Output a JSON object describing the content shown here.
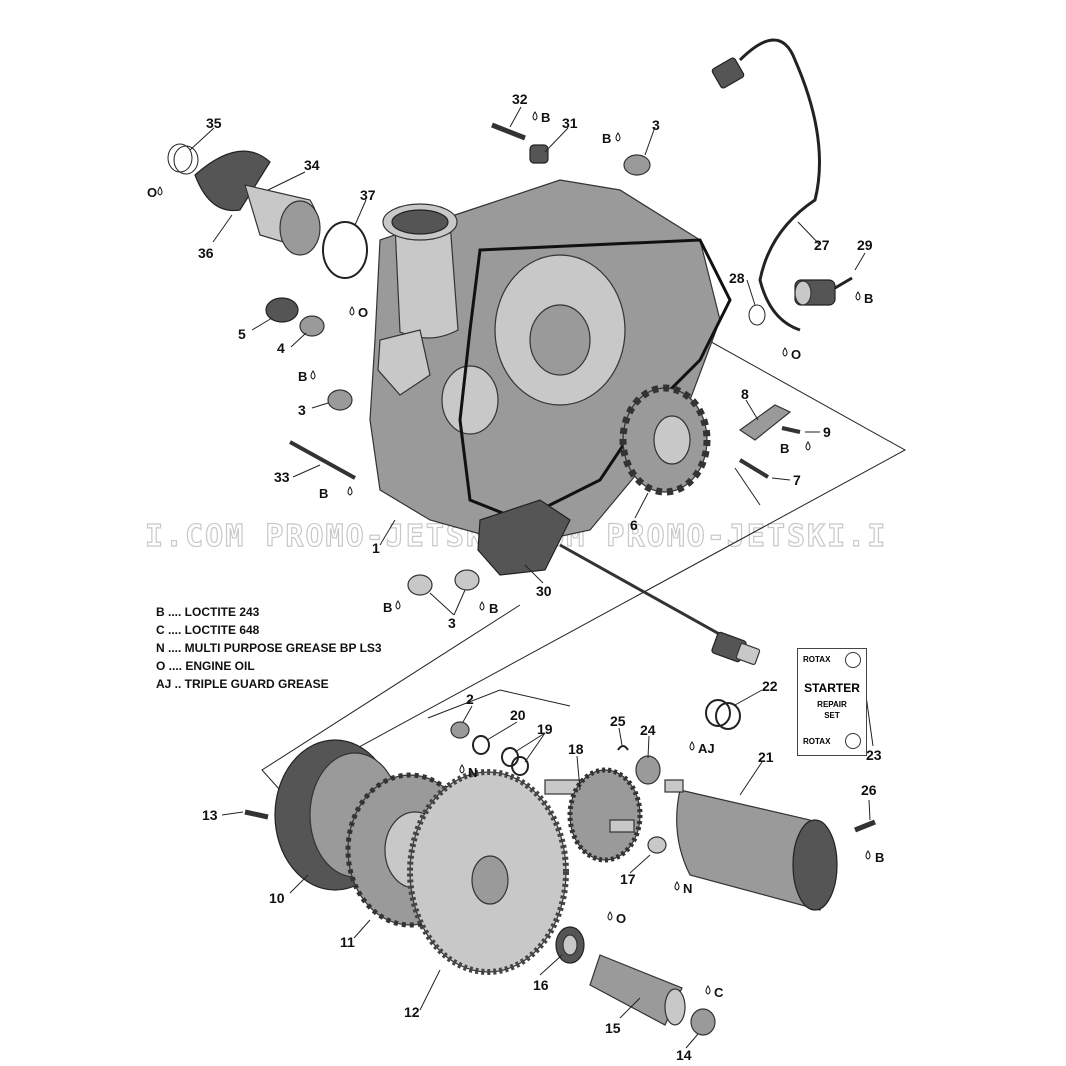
{
  "watermark": "I.COM  PROMO-JETSKI.COM  PROMO-JETSKI.I",
  "legend": [
    {
      "code": "B",
      "text": "B .... LOCTITE 243"
    },
    {
      "code": "C",
      "text": "C .... LOCTITE 648"
    },
    {
      "code": "N",
      "text": "N .... MULTI PURPOSE GREASE BP LS3"
    },
    {
      "code": "O",
      "text": "O .... ENGINE OIL"
    },
    {
      "code": "AJ",
      "text": "AJ .. TRIPLE GUARD GREASE"
    }
  ],
  "kit": {
    "brand": "ROTAX",
    "title": "STARTER",
    "line1": "REPAIR",
    "line2": "SET"
  },
  "callouts": {
    "p1": "1",
    "p2": "2",
    "p3a": "3",
    "p3b": "3",
    "p3c": "3",
    "p4": "4",
    "p5": "5",
    "p6": "6",
    "p7": "7",
    "p8": "8",
    "p9": "9",
    "p10": "10",
    "p11": "11",
    "p12": "12",
    "p13": "13",
    "p14": "14",
    "p15": "15",
    "p16": "16",
    "p17": "17",
    "p18": "18",
    "p19": "19",
    "p20": "20",
    "p21": "21",
    "p22": "22",
    "p23": "23",
    "p24": "24",
    "p25": "25",
    "p26": "26",
    "p27": "27",
    "p28": "28",
    "p29": "29",
    "p30": "30",
    "p31": "31",
    "p32": "32",
    "p33": "33",
    "p34": "34",
    "p35": "35",
    "p36": "36",
    "p37": "37"
  },
  "lube": {
    "b_32": "B",
    "b_3top": "B",
    "o_35": "O",
    "o_4": "O",
    "b_3mid": "B",
    "b_33": "B",
    "b_29": "B",
    "o_28": "O",
    "b_9": "B",
    "b_3bl": "B",
    "b_3br": "B",
    "n_2": "N",
    "aj_21": "AJ",
    "b_26": "B",
    "n_17": "N",
    "o_16": "O",
    "c_15": "C"
  }
}
